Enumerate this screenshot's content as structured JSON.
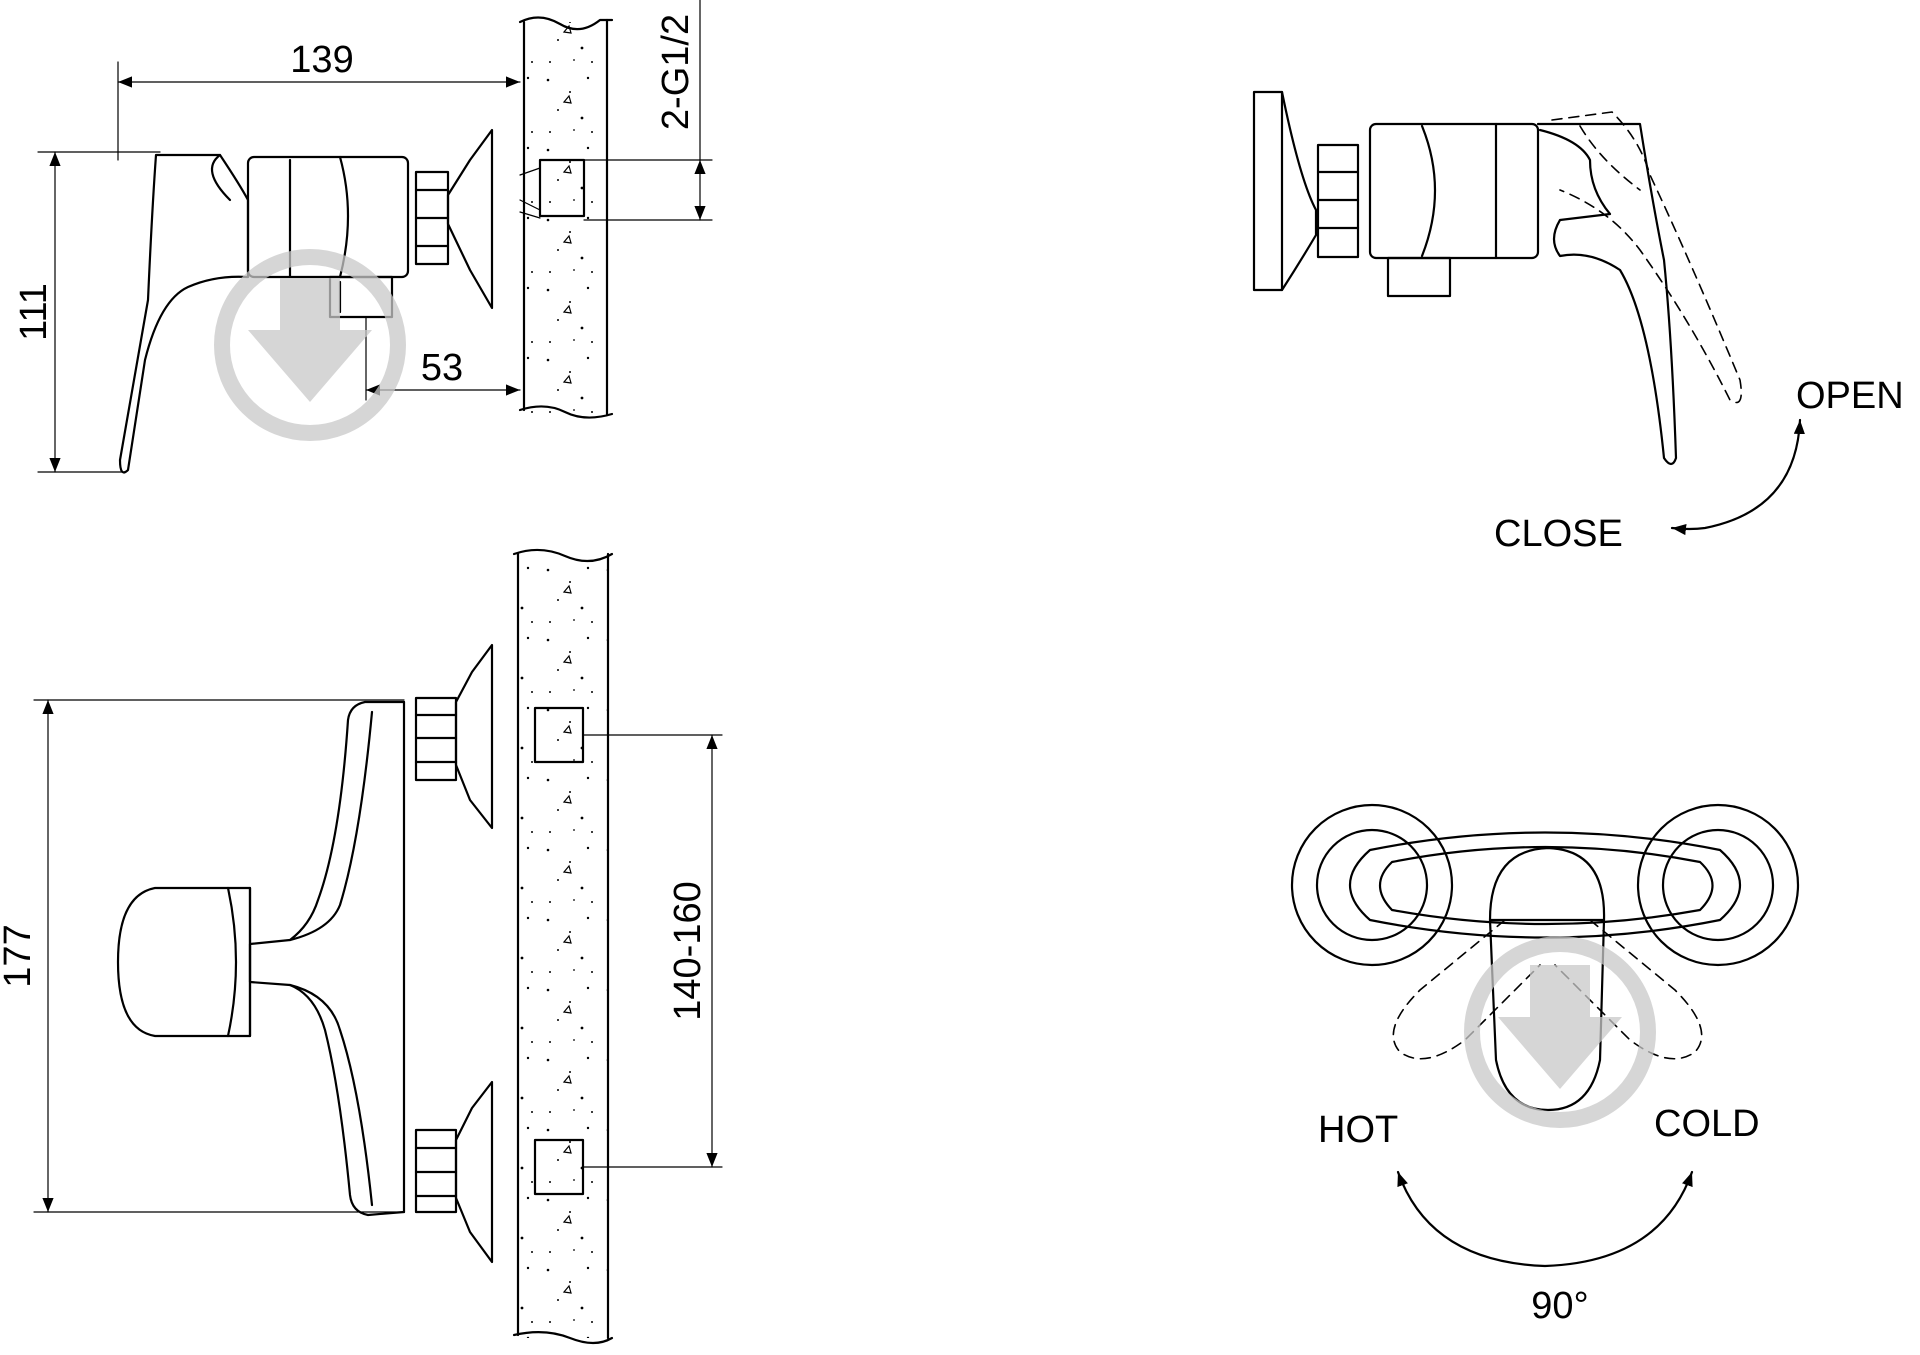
{
  "labels": {
    "dim_width": "139",
    "dim_height": "111",
    "dim_depth": "53",
    "dim_thread": "2-G1/2",
    "dim_total_height": "177",
    "dim_spacing": "140-160",
    "open": "OPEN",
    "close": "CLOSE",
    "hot": "HOT",
    "cold": "COLD",
    "angle": "90°"
  },
  "colors": {
    "line": "#000000",
    "background": "#ffffff",
    "watermark": "#c8c8c8"
  },
  "icons": [
    "watermark-arrow-icon"
  ]
}
